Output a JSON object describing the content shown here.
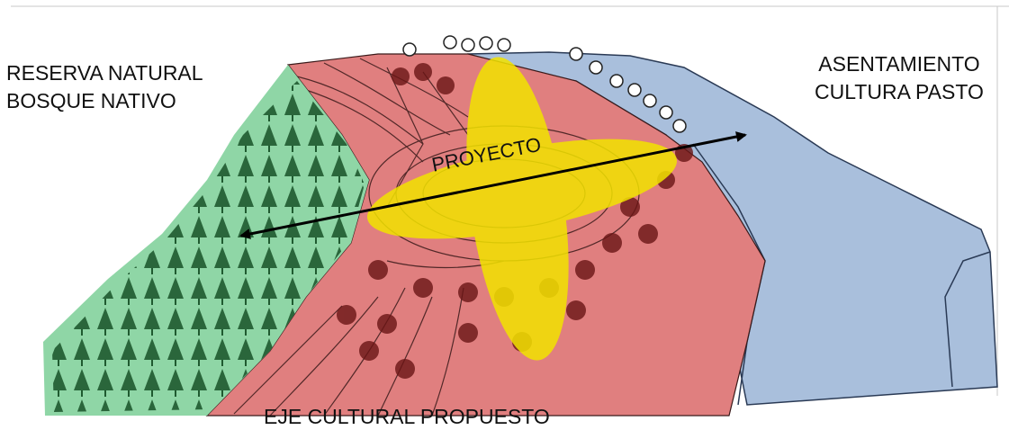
{
  "labels": {
    "reserva_line1": "RESERVA NATURAL",
    "reserva_line2": "BOSQUE NATIVO",
    "asentamiento_line1": "ASENTAMIENTO",
    "asentamiento_line2": "CULTURA PASTO",
    "proyecto": "PROYECTO",
    "eje": "EJE CULTURAL PROPUESTO"
  },
  "colors": {
    "reserva_zone": "#8fd6a6",
    "eje_zone": "#e07f7f",
    "asentamiento_zone": "#a9bfdc",
    "proyecto_ellipse": "#f2e300",
    "trees": "#1f5a30",
    "sketch_lines": "#3a1a1a",
    "arrow": "#000000"
  }
}
